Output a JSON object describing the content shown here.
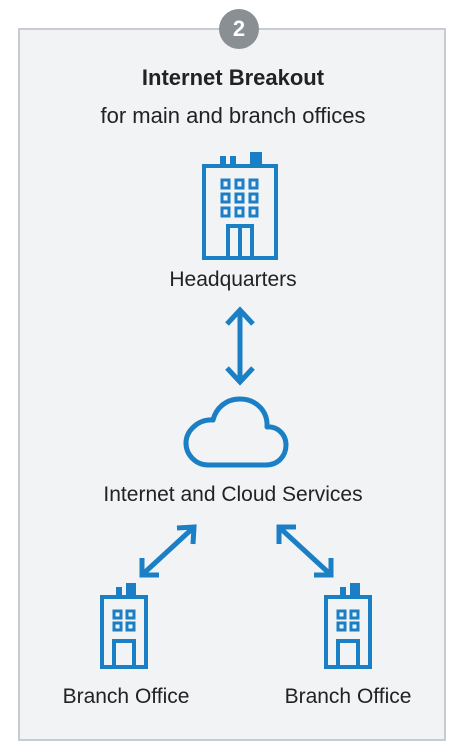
{
  "badge": "2",
  "title": "Internet Breakout",
  "subtitle": "for main and branch offices",
  "nodes": {
    "headquarters": "Headquarters",
    "cloud": "Internet and Cloud Services",
    "branch_left": "Branch Office",
    "branch_right": "Branch Office"
  },
  "colors": {
    "accent": "#1a7fc5",
    "panel_bg": "#f1f3f5",
    "panel_border": "#c8ccd1",
    "badge_bg": "#8a8f94"
  },
  "icons": [
    "building-icon",
    "cloud-icon",
    "double-arrow-icon"
  ]
}
